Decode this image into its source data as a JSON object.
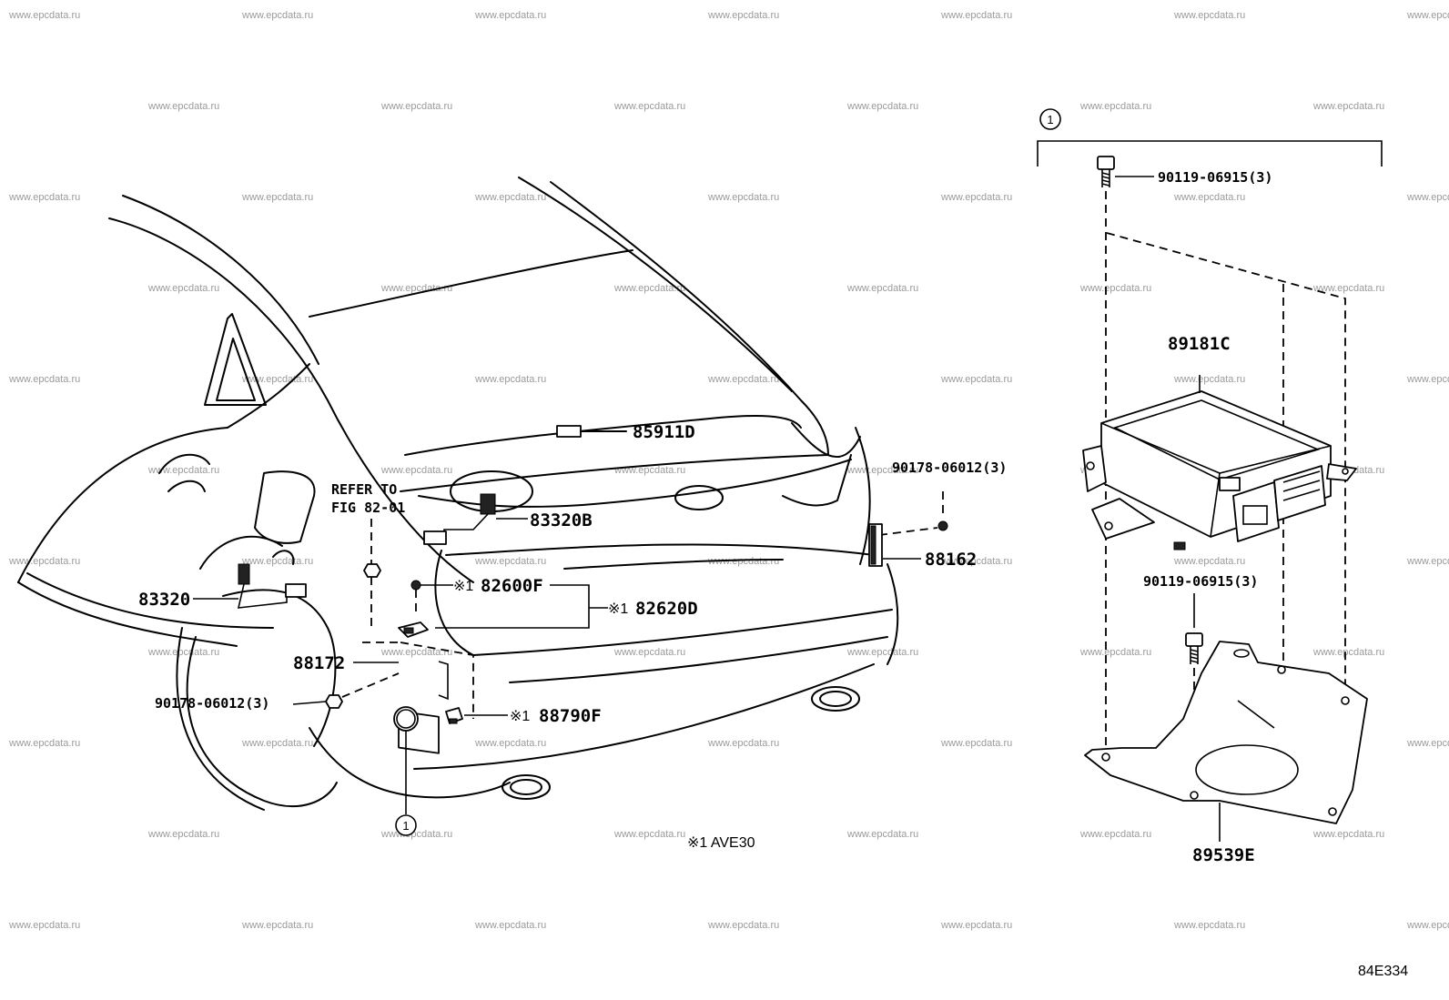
{
  "watermark": "www.epcdata.ru",
  "diagram_id": "84E334",
  "note": "※1 AVE30",
  "refer": {
    "line1": "REFER TO",
    "line2": "FIG 82-01"
  },
  "callout_symbol": "1",
  "labels": {
    "p85911D": "85911D",
    "p83320B": "83320B",
    "p83320": "83320",
    "p82600F": "82600F",
    "p82620D": "82620D",
    "p88172": "88172",
    "p90178_left": "90178-06012(3)",
    "p88790F": "88790F",
    "p90178_right": "90178-06012(3)",
    "p88162": "88162",
    "p90119_top": "90119-06915(3)",
    "p89181C": "89181C",
    "p90119_mid": "90119-06915(3)",
    "p89539E": "89539E"
  },
  "marks": {
    "m82600F": "※1",
    "m82620D": "※1",
    "m88790F": "※1"
  }
}
